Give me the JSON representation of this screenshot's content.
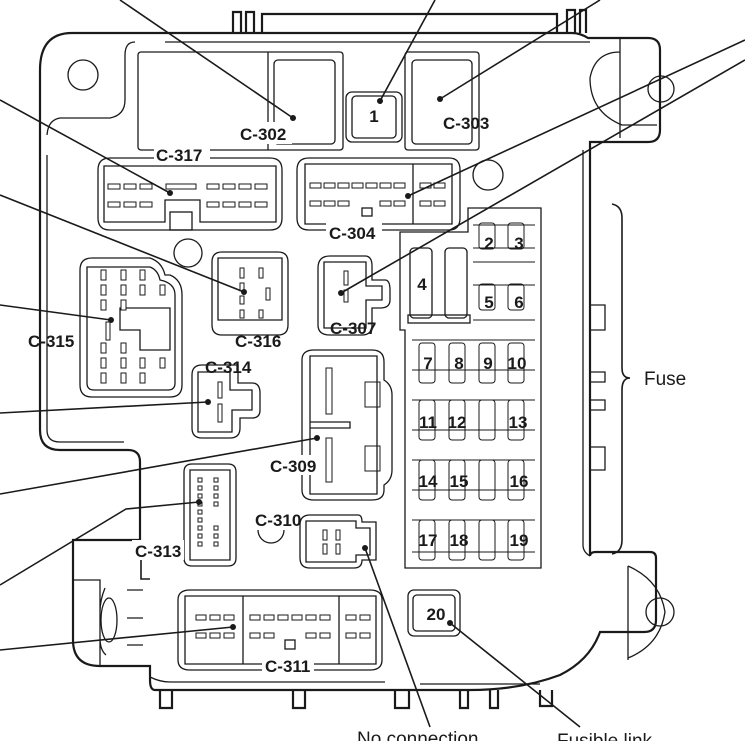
{
  "diagram": {
    "title": "Junction block connector and fuse layout",
    "connectors": [
      {
        "id": "c302",
        "label": "C-302"
      },
      {
        "id": "c303",
        "label": "C-303"
      },
      {
        "id": "c304",
        "label": "C-304"
      },
      {
        "id": "c307",
        "label": "C-307"
      },
      {
        "id": "c309",
        "label": "C-309"
      },
      {
        "id": "c310",
        "label": "C-310"
      },
      {
        "id": "c311",
        "label": "C-311"
      },
      {
        "id": "c313",
        "label": "C-313"
      },
      {
        "id": "c314",
        "label": "C-314"
      },
      {
        "id": "c315",
        "label": "C-315"
      },
      {
        "id": "c316",
        "label": "C-316"
      },
      {
        "id": "c317",
        "label": "C-317"
      }
    ],
    "fuses": [
      "1",
      "2",
      "3",
      "4",
      "5",
      "6",
      "7",
      "8",
      "9",
      "10",
      "11",
      "12",
      "13",
      "14",
      "15",
      "16",
      "17",
      "18",
      "19",
      "20"
    ],
    "callouts": {
      "fuse": "Fuse",
      "no_connection": "No connection",
      "fusible_link": "Fusible link"
    }
  }
}
